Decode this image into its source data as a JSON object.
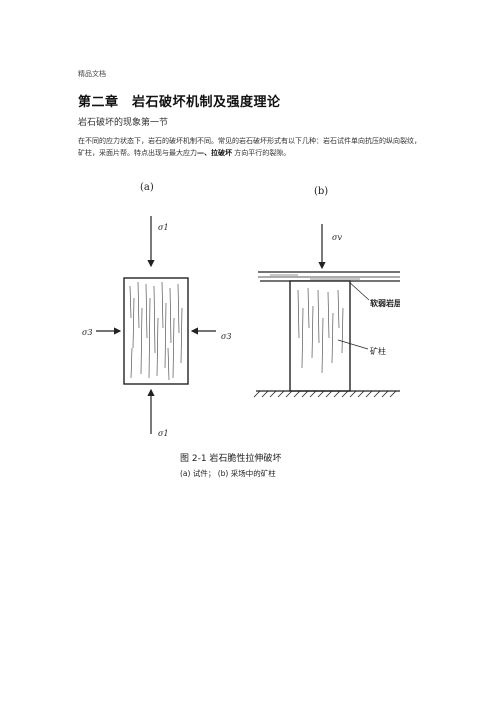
{
  "header": {
    "tag": "精品文档"
  },
  "chapter": {
    "title": "第二章　岩石破坏机制及强度理论"
  },
  "section": {
    "title": "岩石破坏的现象第一节"
  },
  "paragraph": {
    "text_before": "在不同的应力状态下，岩石的破坏机制不同。常见的岩石破坏形式有以下几种：岩石试件单向抗压的纵向裂纹，矿柱，采面片帮。特点出现与最大应力",
    "em_dash": "—",
    "emphasis": "、拉破坏",
    "text_after": " 方向平行的裂隙。"
  },
  "figure": {
    "panel_a_label": "(a)",
    "panel_b_label": "(b)",
    "sigma1_top": "σ1",
    "sigma1_bottom": "σ1",
    "sigma3_left": "σ3",
    "sigma3_right": "σ3",
    "sigma_b": "σv",
    "weak_layer_label": "软弱岩层",
    "pillar_label": "矿柱",
    "caption": "图  2-1    岩石脆性拉伸破坏",
    "subcaption": "(a) 试件； (b) 采场中的矿柱"
  }
}
